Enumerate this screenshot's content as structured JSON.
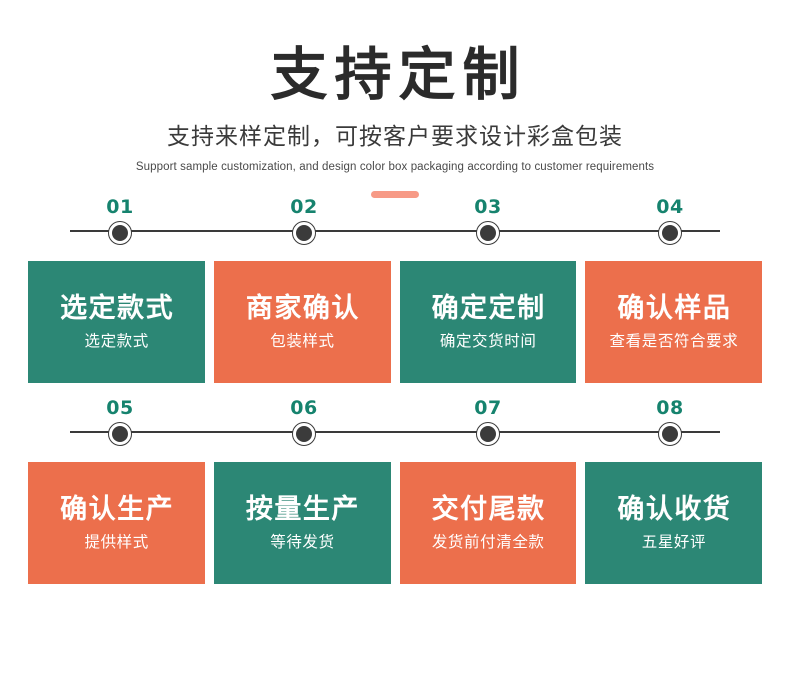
{
  "header": {
    "title": "支持定制",
    "subtitle": "支持来样定制，可按客户要求设计彩盒包装",
    "english": "Support sample customization, and design color box packaging according to customer requirements",
    "accent_color": "#f79a86"
  },
  "colors": {
    "teal": "#2c8775",
    "orange": "#ec6f4c",
    "number_teal": "#16836e",
    "line_dark": "#3a3a3a",
    "text_dark": "#2b2b2b"
  },
  "timelines": [
    {
      "numbers": [
        "01",
        "02",
        "03",
        "04"
      ]
    },
    {
      "numbers": [
        "05",
        "06",
        "07",
        "08"
      ]
    }
  ],
  "rows": [
    {
      "cards": [
        {
          "title": "选定款式",
          "subtitle": "选定款式",
          "color": "teal"
        },
        {
          "title": "商家确认",
          "subtitle": "包装样式",
          "color": "orange"
        },
        {
          "title": "确定定制",
          "subtitle": "确定交货时间",
          "color": "teal"
        },
        {
          "title": "确认样品",
          "subtitle": "查看是否符合要求",
          "color": "orange"
        }
      ]
    },
    {
      "cards": [
        {
          "title": "确认生产",
          "subtitle": "提供样式",
          "color": "orange"
        },
        {
          "title": "按量生产",
          "subtitle": "等待发货",
          "color": "teal"
        },
        {
          "title": "交付尾款",
          "subtitle": "发货前付清全款",
          "color": "orange"
        },
        {
          "title": "确认收货",
          "subtitle": "五星好评",
          "color": "teal"
        }
      ]
    }
  ]
}
